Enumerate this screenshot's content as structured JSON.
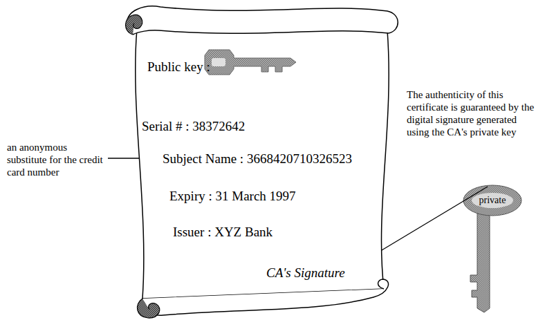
{
  "diagram": {
    "nodes": [
      {
        "text": [
          "Public key :",
          "Serial # : 38372642",
          "Subject Name : 3668420710326523",
          "Expiry : 31 March 1997",
          "Issuer : XYZ Bank",
          "CA's Signature"
        ]
      }
    ],
    "labels": [
      "an anonymous substitute for the credit card number",
      "The authenticity of this certificate is guaranteed by the digital signature generated using the CA's private key",
      "private"
    ]
  }
}
